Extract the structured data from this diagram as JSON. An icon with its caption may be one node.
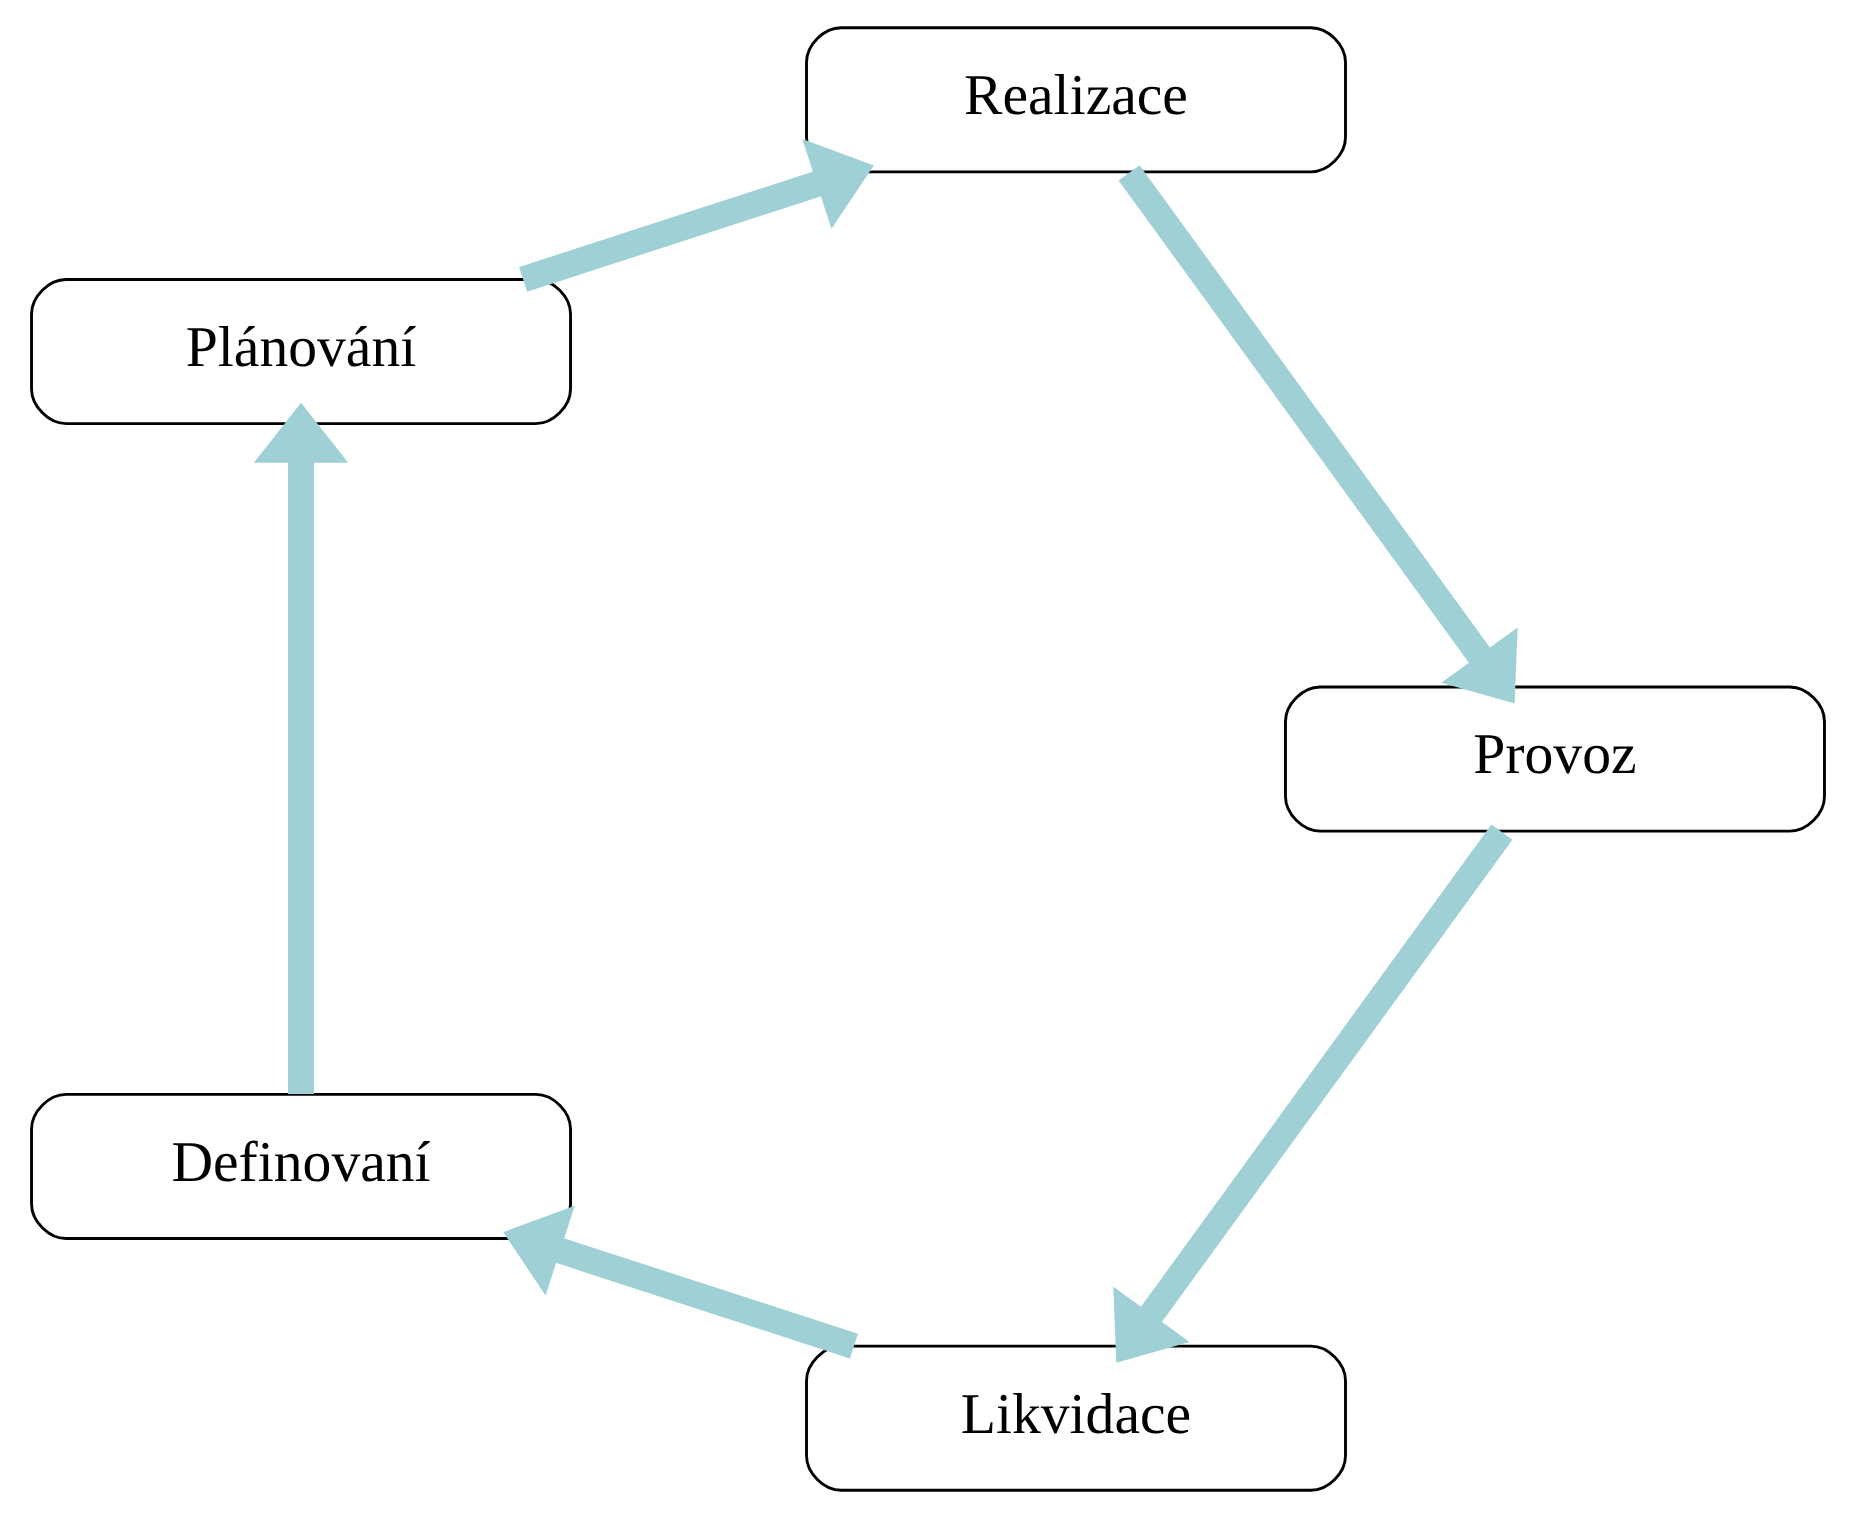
{
  "diagram": {
    "nodes": [
      {
        "text": [
          "Likvidace"
        ]
      },
      {
        "text": [
          "Definovaní"
        ]
      },
      {
        "text": [
          "Provoz"
        ]
      },
      {
        "text": [
          "Plánování"
        ]
      },
      {
        "text": [
          "Realizace"
        ]
      }
    ],
    "edges": [
      {
        "from": 0,
        "to": 1,
        "arrow": "to"
      },
      {
        "from": 1,
        "to": 3,
        "arrow": "to"
      },
      {
        "from": 3,
        "to": 4,
        "arrow": "to"
      },
      {
        "from": 4,
        "to": 2,
        "arrow": "to"
      },
      {
        "from": 2,
        "to": 0,
        "arrow": "to"
      }
    ]
  }
}
